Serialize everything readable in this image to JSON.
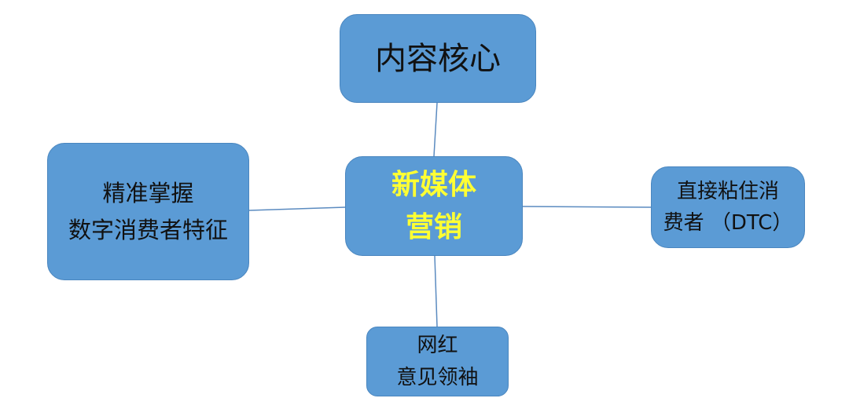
{
  "diagram": {
    "center": {
      "lines": [
        "新媒体",
        "营销"
      ]
    },
    "top": {
      "lines": [
        "内容核心"
      ]
    },
    "left": {
      "lines": [
        "精准掌握",
        "数字消费者特征"
      ]
    },
    "right": {
      "lines": [
        "直接粘住消",
        "费者 （DTC）"
      ]
    },
    "bottom": {
      "lines": [
        "网红",
        "意见领袖"
      ]
    }
  },
  "colors": {
    "node_fill": "#5b9bd5",
    "center_text": "#ffff33",
    "text": "#111111",
    "connector": "#5b8bc0"
  }
}
